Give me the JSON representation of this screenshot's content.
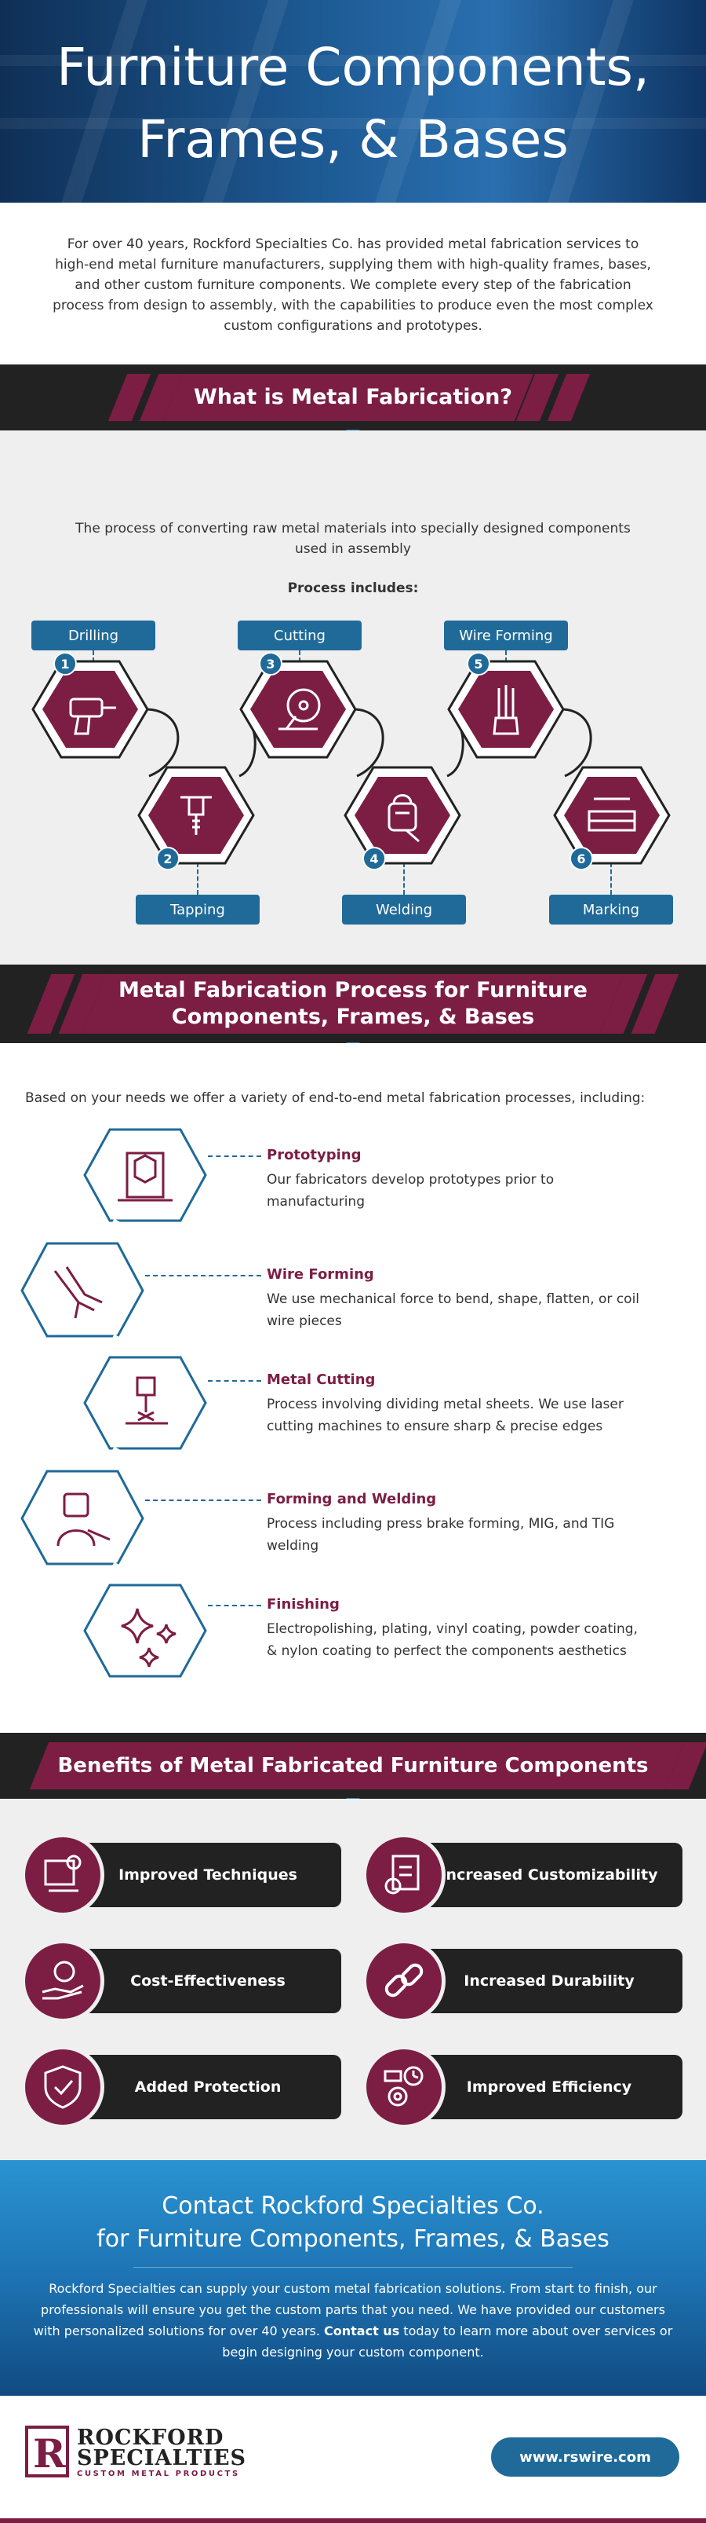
{
  "hero": {
    "title_line1": "Furniture Components,",
    "title_line2": "Frames, & Bases"
  },
  "intro": {
    "text": "For over 40 years, Rockford Specialties Co. has provided metal fabrication services to high-end metal furniture manufacturers, supplying them with high-quality frames, bases, and other custom furniture components. We complete every step of the fabrication process from design to assembly, with the capabilities to produce even the most complex custom configurations and prototypes."
  },
  "section1": {
    "title": "What is Metal Fabrication?",
    "lead": "The process of converting raw metal materials into specially designed components used in assembly",
    "includes_label": "Process includes:",
    "steps": [
      {
        "number": "1",
        "label": "Drilling",
        "icon": "drill-icon"
      },
      {
        "number": "2",
        "label": "Tapping",
        "icon": "tap-icon"
      },
      {
        "number": "3",
        "label": "Cutting",
        "icon": "saw-icon"
      },
      {
        "number": "4",
        "label": "Welding",
        "icon": "welder-icon"
      },
      {
        "number": "5",
        "label": "Wire Forming",
        "icon": "wire-icon"
      },
      {
        "number": "6",
        "label": "Marking",
        "icon": "marking-icon"
      }
    ]
  },
  "section2": {
    "title_line1": "Metal Fabrication Process for Furniture",
    "title_line2": "Components, Frames, & Bases",
    "lead": "Based on your needs we offer a variety of end-to-end metal fabrication processes, including:",
    "items": [
      {
        "title": "Prototyping",
        "desc": "Our fabricators develop prototypes prior to manufacturing",
        "icon": "prototype-icon"
      },
      {
        "title": "Wire Forming",
        "desc": "We use mechanical force to bend, shape, flatten, or coil wire pieces",
        "icon": "pliers-icon"
      },
      {
        "title": "Metal Cutting",
        "desc": "Process involving dividing metal sheets. We use laser cutting machines to ensure sharp & precise edges",
        "icon": "laser-icon"
      },
      {
        "title": "Forming and Welding",
        "desc": "Process including press brake forming, MIG, and TIG welding",
        "icon": "welding-icon"
      },
      {
        "title": "Finishing",
        "desc": "Electropolishing, plating, vinyl coating, powder coating, & nylon coating to perfect the components aesthetics",
        "icon": "sparkle-icon"
      }
    ]
  },
  "section3": {
    "title": "Benefits of Metal Fabricated Furniture Components",
    "benefits": [
      {
        "label": "Improved Techniques",
        "icon": "technique-icon"
      },
      {
        "label": "Increased Customizability",
        "icon": "customize-icon"
      },
      {
        "label": "Cost-Effectiveness",
        "icon": "money-hand-icon"
      },
      {
        "label": "Increased Durability",
        "icon": "chain-icon"
      },
      {
        "label": "Added Protection",
        "icon": "shield-check-icon"
      },
      {
        "label": "Improved Efficiency",
        "icon": "efficiency-icon"
      }
    ]
  },
  "contact": {
    "title_line1": "Contact Rockford Specialties Co.",
    "title_line2": "for Furniture Components, Frames, & Bases",
    "text_before": "Rockford Specialties can supply your custom metal fabrication solutions. From start to finish, our professionals will ensure you get the custom parts that you need. We have provided our customers with personalized solutions for over 40 years. ",
    "link": "Contact us",
    "text_after": " today to learn more about over services or begin designing your custom component."
  },
  "footer": {
    "logo_name1": "ROCKFORD",
    "logo_name2": "SPECIALTIES",
    "logo_sub": "CUSTOM METAL PRODUCTS",
    "url": "www.rswire.com"
  },
  "colors": {
    "maroon": "#7c1d44",
    "blue": "#1f6a98",
    "dark": "#222222",
    "light_bg": "#efefef"
  }
}
